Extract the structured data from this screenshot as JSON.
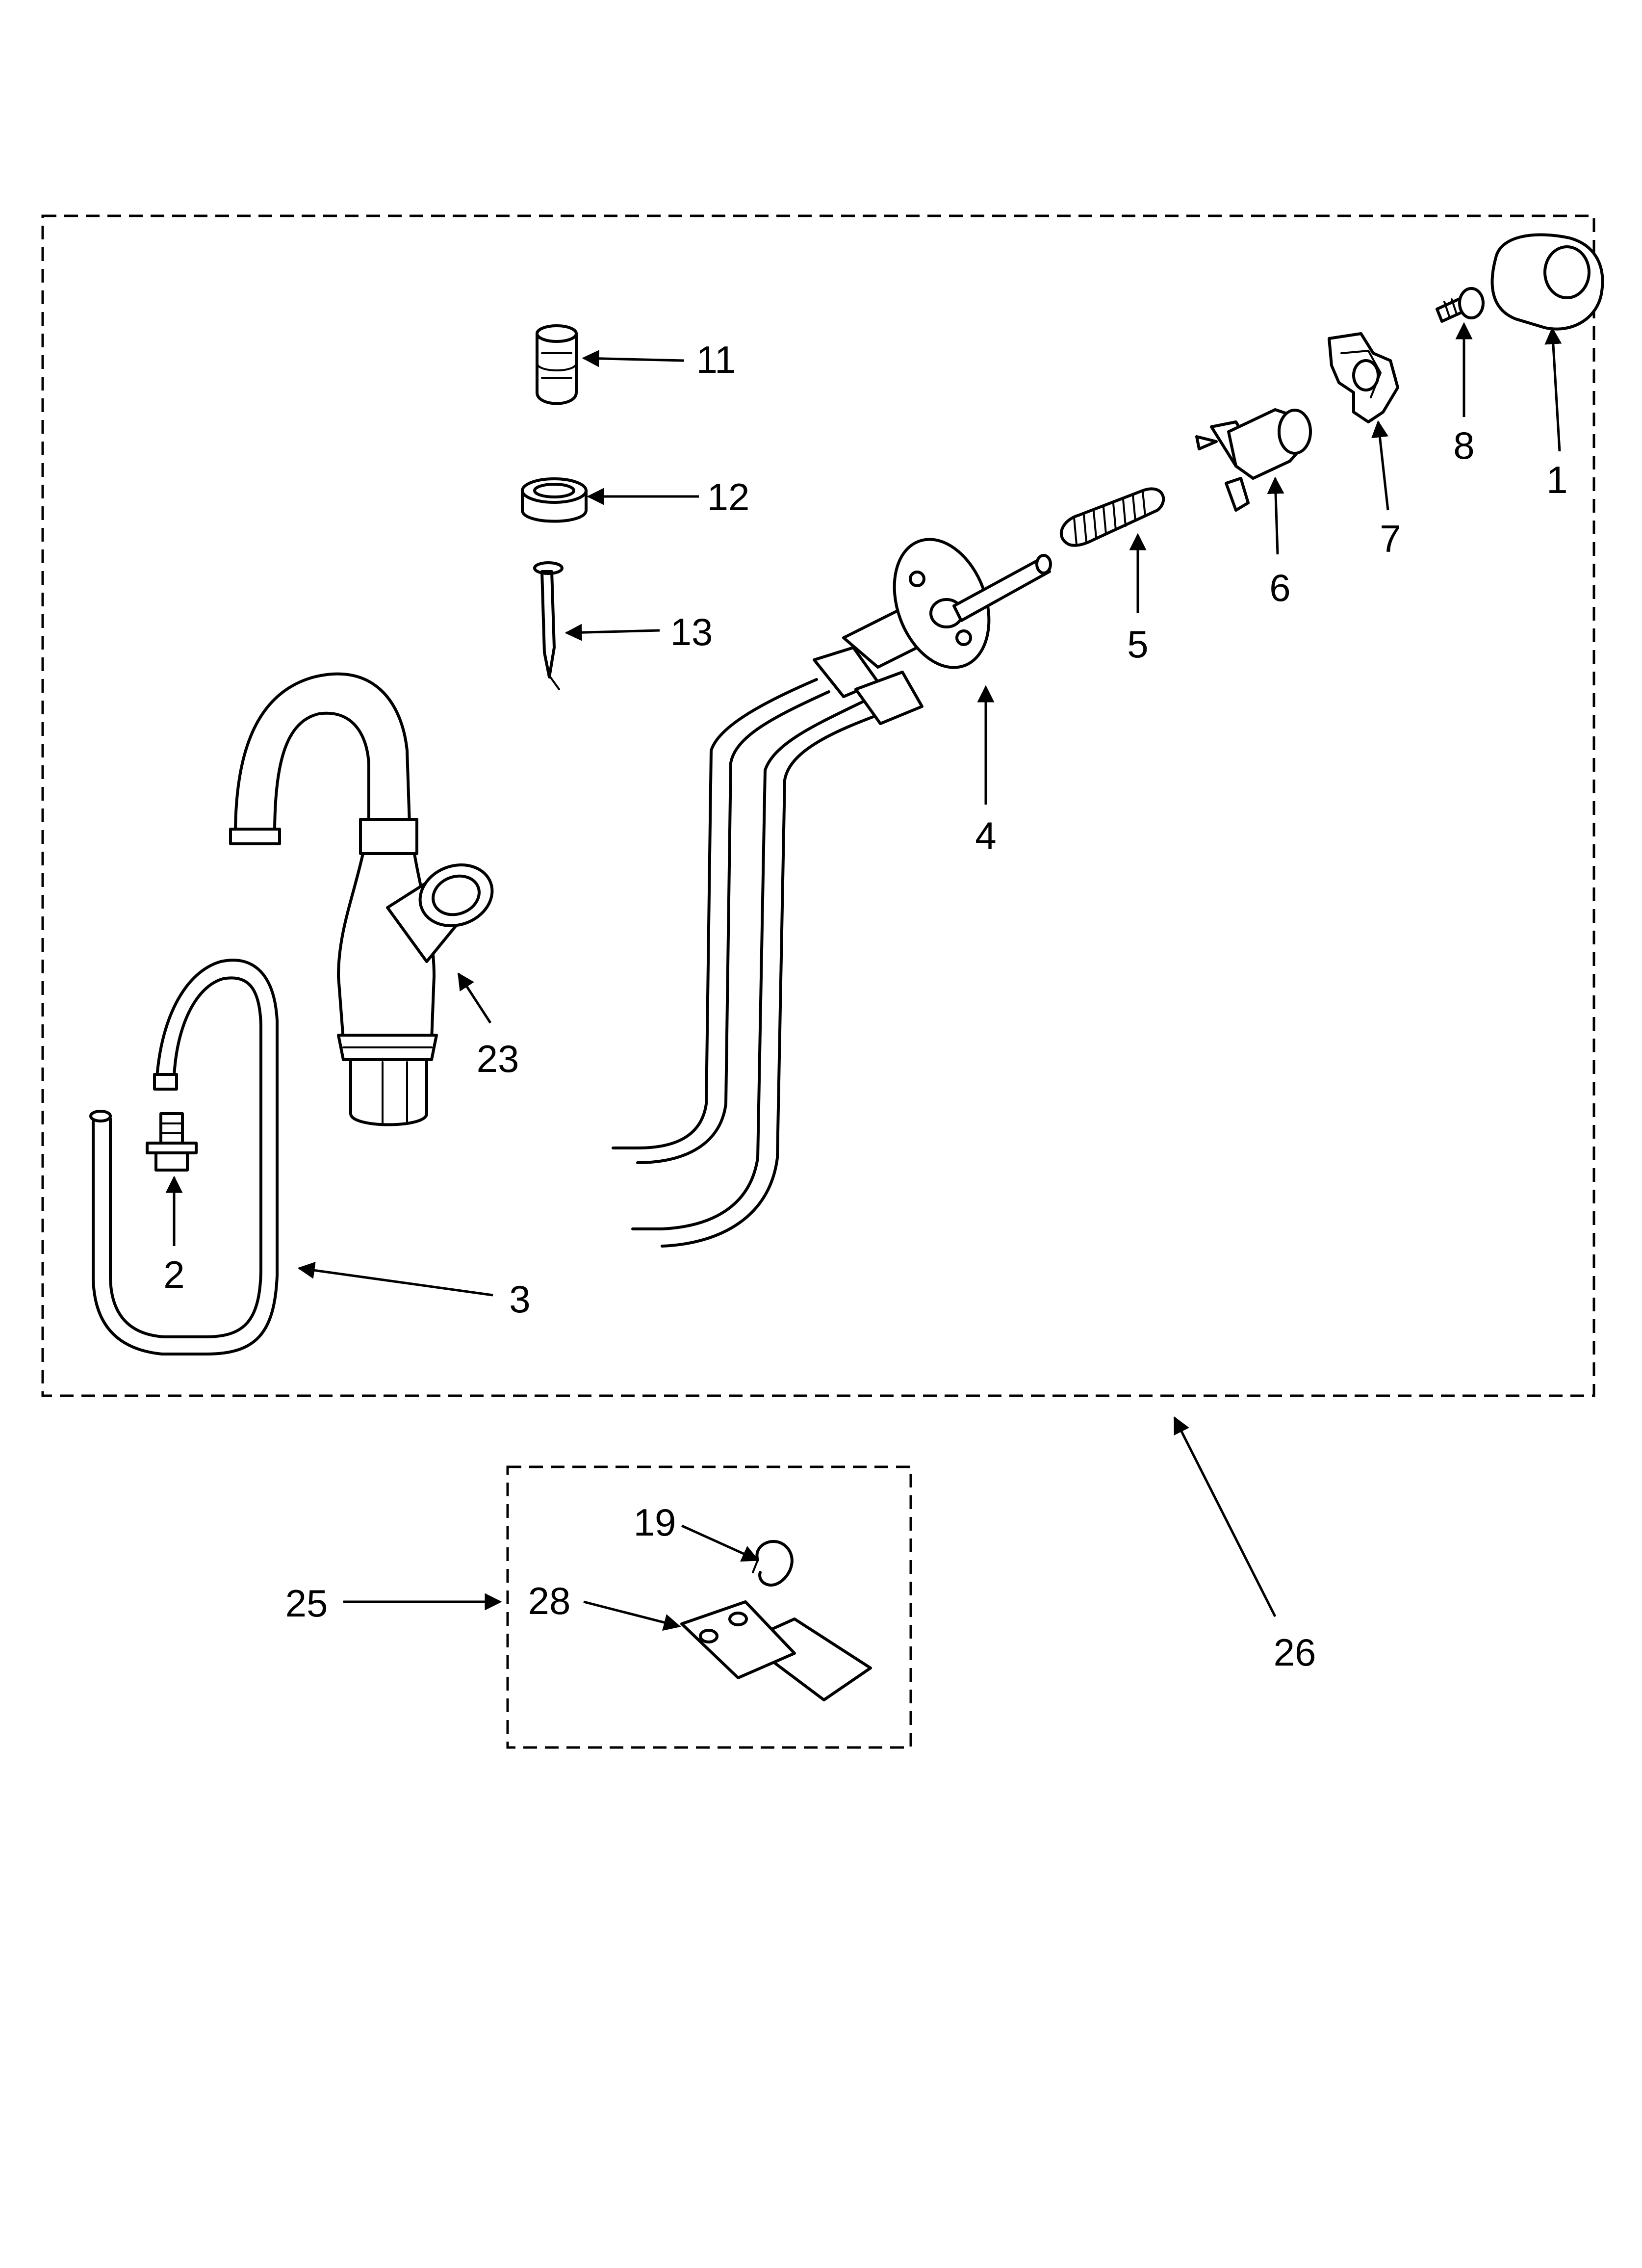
{
  "callouts": [
    {
      "id": "c1",
      "text": "1"
    },
    {
      "id": "c2",
      "text": "2"
    },
    {
      "id": "c3",
      "text": "3"
    },
    {
      "id": "c4",
      "text": "4"
    },
    {
      "id": "c5",
      "text": "5"
    },
    {
      "id": "c6",
      "text": "6"
    },
    {
      "id": "c7",
      "text": "7"
    },
    {
      "id": "c8",
      "text": "8"
    },
    {
      "id": "c11",
      "text": "11"
    },
    {
      "id": "c12",
      "text": "12"
    },
    {
      "id": "c13",
      "text": "13"
    },
    {
      "id": "c23",
      "text": "23"
    },
    {
      "id": "c19",
      "text": "19"
    },
    {
      "id": "c25",
      "text": "25"
    },
    {
      "id": "c26",
      "text": "26"
    },
    {
      "id": "c28",
      "text": "28"
    }
  ]
}
